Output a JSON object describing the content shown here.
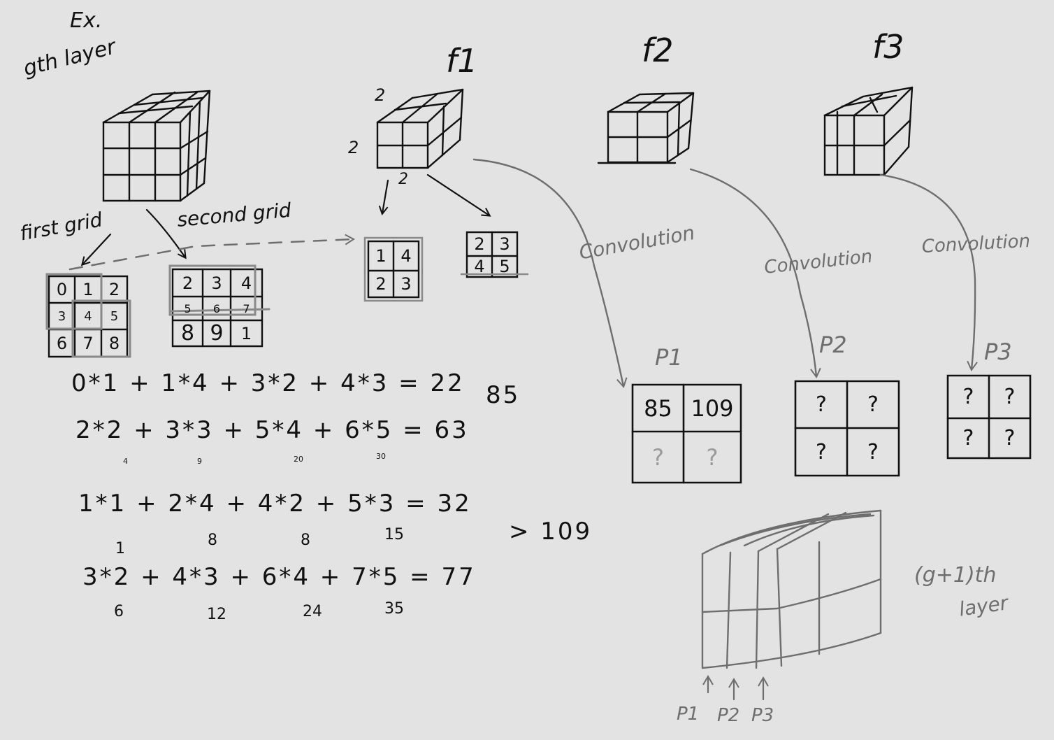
{
  "labels": {
    "ex": "Ex.",
    "gth_layer": "gth layer",
    "first_grid": "first grid",
    "second_grid": "second grid",
    "f1": "f1",
    "f2": "f2",
    "f3": "f3",
    "dim_2a": "2",
    "dim_2b": "2",
    "dim_2c": "2",
    "conv1": "Convolution",
    "conv2": "Convolution",
    "conv3": "Convolution",
    "p1": "P1",
    "p2": "P2",
    "p3": "P3",
    "next_layer_1": "(g+1)th",
    "next_layer_2": "layer",
    "bottom_p1": "P1",
    "bottom_p2": "P2",
    "bottom_p3": "P3"
  },
  "first_grid": [
    "0",
    "1",
    "2",
    "3",
    "4",
    "5",
    "6",
    "7",
    "8"
  ],
  "second_grid": [
    "2",
    "3",
    "4",
    "5",
    "6",
    "7",
    "8",
    "9",
    "1"
  ],
  "f1_kernel_a": [
    "1",
    "4",
    "2",
    "3"
  ],
  "f1_kernel_b": [
    "2",
    "3",
    "4",
    "5"
  ],
  "p1_grid": [
    "85",
    "109",
    "?",
    "?"
  ],
  "p2_grid": [
    "?",
    "?",
    "?",
    "?"
  ],
  "p3_grid": [
    "?",
    "?",
    "?",
    "?"
  ],
  "equations": {
    "eq1": "0*1 + 1*4 + 3*2 + 4*3 = 22",
    "eq1_result": "85",
    "eq2": "2*2 + 3*3 + 5*4 + 6*5 = 63",
    "eq2_subs": [
      "4",
      "9",
      "20",
      "30"
    ],
    "eq3": "1*1 + 2*4 + 4*2 + 5*3 = 32",
    "eq3_subs": [
      "1",
      "8",
      "8",
      "15"
    ],
    "eq3_result": "> 109",
    "eq4": "3*2 + 4*3 + 6*4 + 7*5 = 77",
    "eq4_subs": [
      "6",
      "12",
      "24",
      "35"
    ]
  },
  "colors": {
    "ink": "#111111",
    "pencil": "#6e6e6e",
    "background": "#e3e3e3"
  }
}
